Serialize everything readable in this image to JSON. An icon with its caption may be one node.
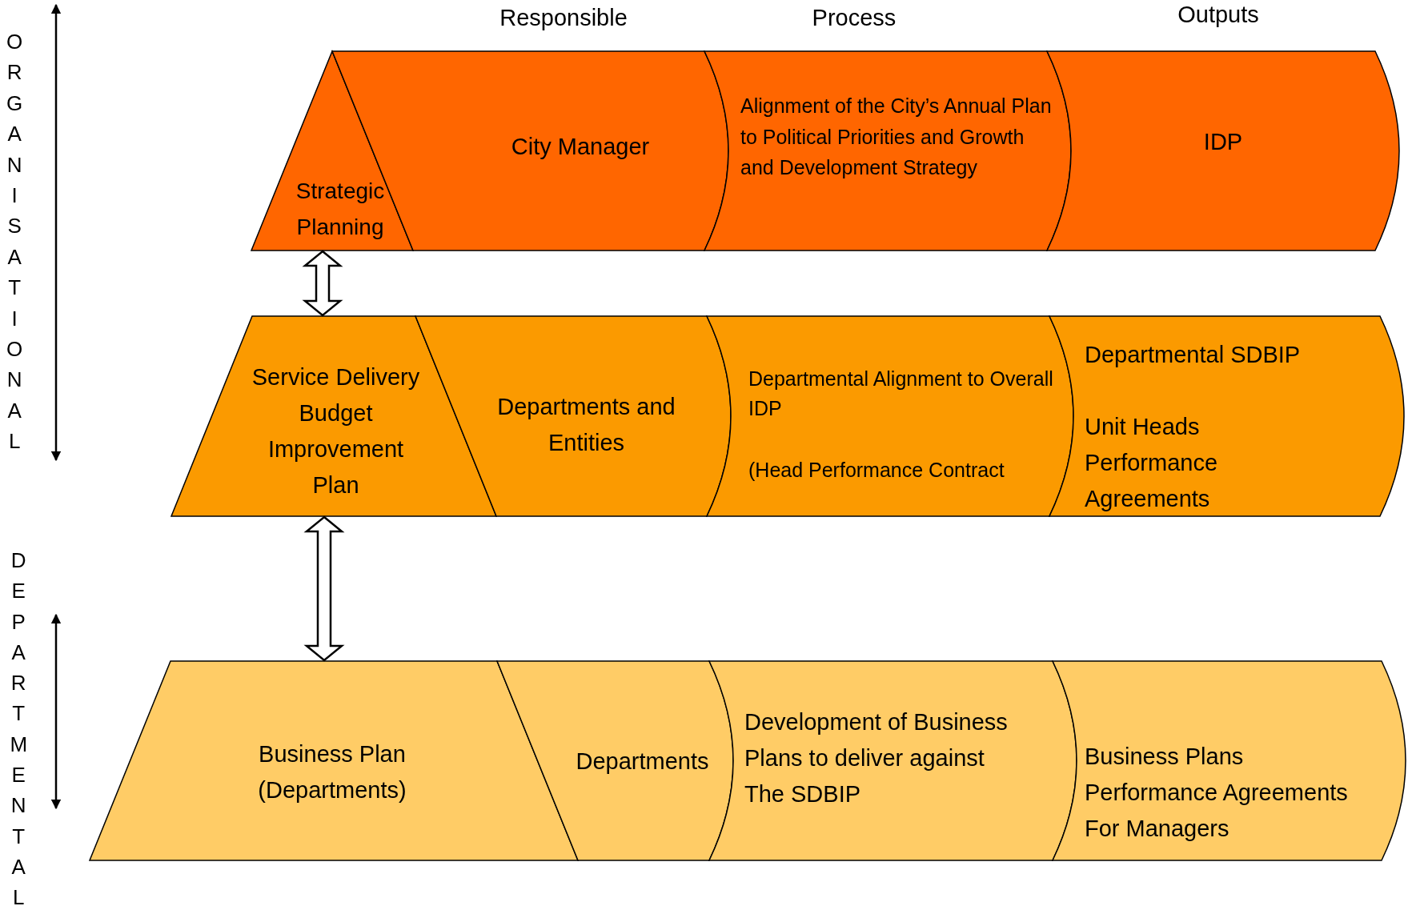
{
  "diagram": {
    "nodes": [
      {
        "text": [
          "Strategic Planning"
        ]
      },
      {
        "text": [
          "City Manager"
        ]
      },
      {
        "text": [
          "Alignment of the City’s Annual Plan to Political Priorities and Growth and Development Strategy"
        ]
      },
      {
        "text": [
          "IDP"
        ]
      },
      {
        "text": [
          "Service Delivery Budget Improvement Plan"
        ]
      },
      {
        "text": [
          "Departments and Entities"
        ]
      },
      {
        "text": [
          "Departmental Alignment to Overall IDP",
          "(Head Performance  Contract"
        ]
      },
      {
        "text": [
          "Departmental SDBIP",
          "Unit Heads Performance Agreements"
        ]
      },
      {
        "text": [
          "Business Plan (Departments)"
        ]
      },
      {
        "text": [
          "Departments"
        ]
      },
      {
        "text": [
          "Development of Business Plans to deliver against The SDBIP"
        ]
      },
      {
        "text": [
          "Business Plans",
          "Performance Agreements",
          "For Managers"
        ]
      }
    ],
    "edges": [
      {
        "from": 0,
        "to": 4,
        "arrow": "both"
      },
      {
        "from": 4,
        "to": 8,
        "arrow": "both"
      }
    ],
    "labels": [
      "Responsible",
      "Process",
      "Outputs",
      "ORGANISATIONAL",
      "DEPARTMENTAL"
    ]
  }
}
